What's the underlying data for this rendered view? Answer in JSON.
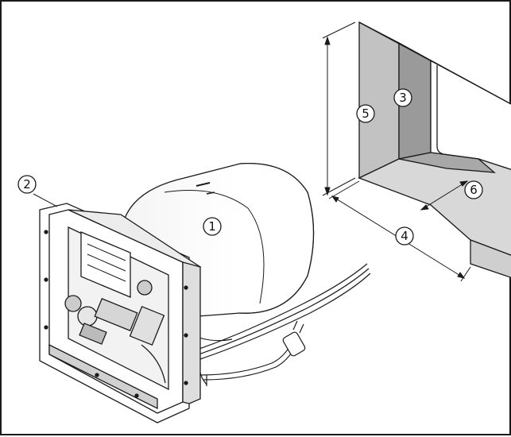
{
  "callouts": [
    {
      "id": "c1",
      "label": "1"
    },
    {
      "id": "c2",
      "label": "2"
    },
    {
      "id": "c3",
      "label": "3"
    },
    {
      "id": "c4",
      "label": "4"
    },
    {
      "id": "c5",
      "label": "5"
    },
    {
      "id": "c6",
      "label": "6"
    }
  ],
  "colors": {
    "line": "#1a1a1a",
    "wall_shade": "#bdbdbd",
    "wall_dark": "#8e8e8e",
    "wall_light": "#e2e2e2"
  }
}
